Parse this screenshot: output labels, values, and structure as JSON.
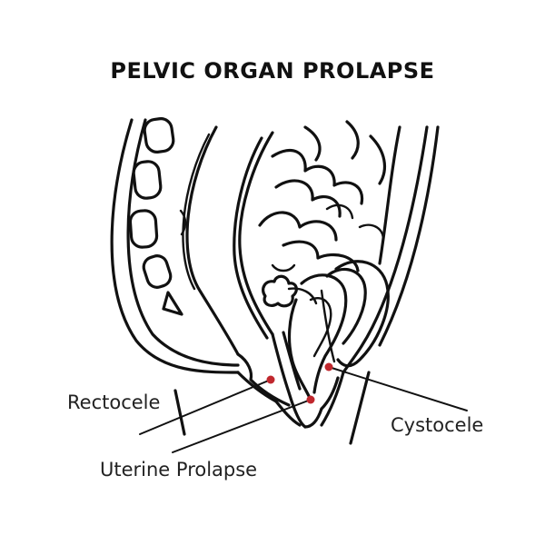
{
  "title": "PELVIC ORGAN PROLAPSE",
  "labels": {
    "rectocele": "Rectocele",
    "cystocele": "Cystocele",
    "uterine_prolapse": "Uterine Prolapse"
  },
  "colors": {
    "ink": "#111111",
    "marker": "#c0272d",
    "background": "#ffffff"
  }
}
